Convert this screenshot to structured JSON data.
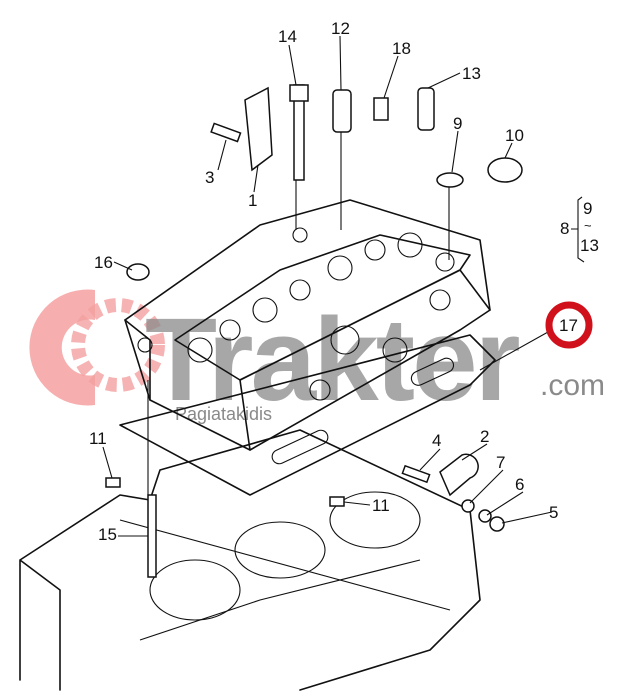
{
  "watermark": {
    "brand": "Trakter",
    "suffix": ".com",
    "sub": "Pagiatakidis",
    "brand_color": "#f08080",
    "highlight_color": "#d0101a"
  },
  "callouts": {
    "c14": "14",
    "c12": "12",
    "c18": "18",
    "c13": "13",
    "c9": "9",
    "c10": "10",
    "c3": "3",
    "c1": "1",
    "c16": "16",
    "c17": "17",
    "c11a": "11",
    "c11b": "11",
    "c4": "4",
    "c2": "2",
    "c7": "7",
    "c6": "6",
    "c5": "5",
    "c15": "15",
    "c8": "8",
    "c8_from": "9",
    "c8_to": "13"
  }
}
